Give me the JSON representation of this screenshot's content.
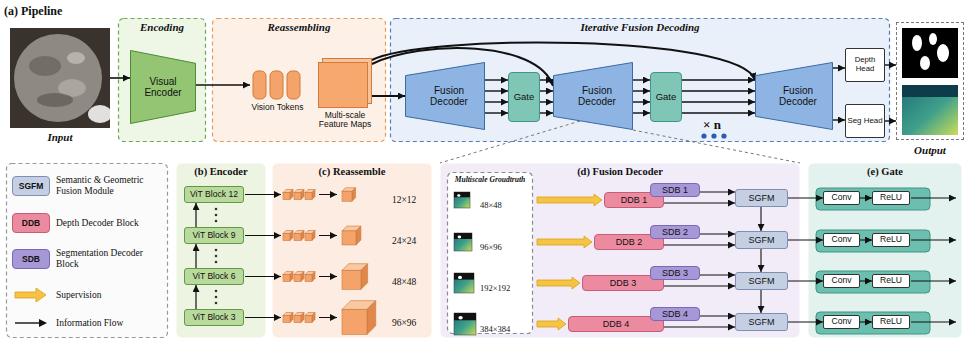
{
  "diagram": {
    "title": "(a) Pipeline",
    "nodes": [
      {
        "text": [
          "Input"
        ]
      },
      {
        "text": [
          "Encoding"
        ]
      },
      {
        "text": [
          "Visual Encoder"
        ],
        "in": 1
      },
      {
        "text": [
          "Reassembling"
        ]
      },
      {
        "text": [
          "Vision Tokens"
        ],
        "in": 3
      },
      {
        "text": [
          "Multi-scale Feature Maps"
        ],
        "in": 3
      },
      {
        "text": [
          "Iterative Fusion Decoding"
        ]
      },
      {
        "text": [
          "Fusion Decoder"
        ],
        "in": 6
      },
      {
        "text": [
          "Gate"
        ],
        "in": 6
      },
      {
        "text": [
          "Fusion Decoder"
        ],
        "in": 6
      },
      {
        "text": [
          "Gate"
        ],
        "in": 6
      },
      {
        "text": [
          "Fusion Decoder"
        ],
        "in": 6
      },
      {
        "text": [
          "Depth Head"
        ],
        "in": 6
      },
      {
        "text": [
          "Seg Head"
        ],
        "in": 6
      },
      {
        "text": [
          "Output"
        ]
      },
      {
        "text": [
          "(b) Encoder"
        ]
      },
      {
        "text": [
          "ViT Block 12"
        ],
        "in": 15
      },
      {
        "text": [
          "ViT Block 9"
        ],
        "in": 15
      },
      {
        "text": [
          "ViT Block 6"
        ],
        "in": 15
      },
      {
        "text": [
          "ViT Block 3"
        ],
        "in": 15
      },
      {
        "text": [
          "(c) Reassemble"
        ]
      },
      {
        "text": [
          "(d) Fusion Decoder"
        ]
      },
      {
        "text": [
          "Multiscale Groudtruth"
        ],
        "in": 21
      },
      {
        "text": [
          "DDB 1"
        ],
        "in": 21
      },
      {
        "text": [
          "SDB 1"
        ],
        "in": 21
      },
      {
        "text": [
          "SGFM"
        ],
        "in": 21
      },
      {
        "text": [
          "DDB 2"
        ],
        "in": 21
      },
      {
        "text": [
          "SDB 2"
        ],
        "in": 21
      },
      {
        "text": [
          "SGFM"
        ],
        "in": 21
      },
      {
        "text": [
          "DDB 3"
        ],
        "in": 21
      },
      {
        "text": [
          "SDB 3"
        ],
        "in": 21
      },
      {
        "text": [
          "SGFM"
        ],
        "in": 21
      },
      {
        "text": [
          "DDB 4"
        ],
        "in": 21
      },
      {
        "text": [
          "SDB 4"
        ],
        "in": 21
      },
      {
        "text": [
          "SGFM"
        ],
        "in": 21
      },
      {
        "text": [
          "(e) Gate"
        ]
      },
      {
        "text": [
          "Conv"
        ],
        "in": 35
      },
      {
        "text": [
          "ReLU"
        ],
        "in": 35
      },
      {
        "text": [
          "Conv"
        ],
        "in": 35
      },
      {
        "text": [
          "ReLU"
        ],
        "in": 35
      },
      {
        "text": [
          "Conv"
        ],
        "in": 35
      },
      {
        "text": [
          "ReLU"
        ],
        "in": 35
      },
      {
        "text": [
          "Conv"
        ],
        "in": 35
      },
      {
        "text": [
          "ReLU"
        ],
        "in": 35
      }
    ],
    "edges": [
      {
        "from": 0,
        "to": 2,
        "arrow": "to"
      },
      {
        "from": 2,
        "to": 4,
        "arrow": "to"
      },
      {
        "from": 5,
        "to": 7,
        "arrow": "to"
      },
      {
        "from": 5,
        "to": 9,
        "arrow": "to"
      },
      {
        "from": 5,
        "to": 11,
        "arrow": "to"
      },
      {
        "from": 7,
        "to": 8,
        "arrow": "to"
      },
      {
        "from": 7,
        "to": 8,
        "arrow": "to"
      },
      {
        "from": 7,
        "to": 8,
        "arrow": "to"
      },
      {
        "from": 7,
        "to": 8,
        "arrow": "to"
      },
      {
        "from": 8,
        "to": 9,
        "arrow": "to"
      },
      {
        "from": 8,
        "to": 9,
        "arrow": "to"
      },
      {
        "from": 8,
        "to": 9,
        "arrow": "to"
      },
      {
        "from": 8,
        "to": 9,
        "arrow": "to"
      },
      {
        "from": 9,
        "to": 10,
        "arrow": "to"
      },
      {
        "from": 9,
        "to": 10,
        "arrow": "to"
      },
      {
        "from": 9,
        "to": 10,
        "arrow": "to"
      },
      {
        "from": 9,
        "to": 10,
        "arrow": "to"
      },
      {
        "from": 10,
        "to": 11,
        "arrow": "to"
      },
      {
        "from": 10,
        "to": 11,
        "arrow": "to"
      },
      {
        "from": 10,
        "to": 11,
        "arrow": "to"
      },
      {
        "from": 10,
        "to": 11,
        "arrow": "to"
      },
      {
        "from": 11,
        "to": 12,
        "arrow": "to"
      },
      {
        "from": 11,
        "to": 13,
        "arrow": "to"
      },
      {
        "from": 12,
        "to": 14,
        "arrow": "to"
      },
      {
        "from": 13,
        "to": 14,
        "arrow": "to"
      },
      {
        "from": 19,
        "to": 18,
        "arrow": "to"
      },
      {
        "from": 18,
        "to": 17,
        "arrow": "to"
      },
      {
        "from": 17,
        "to": 16,
        "arrow": "to"
      },
      {
        "from": 23,
        "to": 25,
        "arrow": "to"
      },
      {
        "from": 24,
        "to": 25,
        "arrow": "to"
      },
      {
        "from": 25,
        "to": 28,
        "arrow": "to"
      },
      {
        "from": 26,
        "to": 28,
        "arrow": "to"
      },
      {
        "from": 27,
        "to": 28,
        "arrow": "to"
      },
      {
        "from": 28,
        "to": 31,
        "arrow": "to"
      },
      {
        "from": 29,
        "to": 31,
        "arrow": "to"
      },
      {
        "from": 30,
        "to": 31,
        "arrow": "to"
      },
      {
        "from": 31,
        "to": 34,
        "arrow": "to"
      },
      {
        "from": 32,
        "to": 34,
        "arrow": "to"
      },
      {
        "from": 33,
        "to": 34,
        "arrow": "to"
      },
      {
        "from": 25,
        "to": 36,
        "arrow": "to"
      },
      {
        "from": 28,
        "to": 38,
        "arrow": "to"
      },
      {
        "from": 31,
        "to": 40,
        "arrow": "to"
      },
      {
        "from": 34,
        "to": 42,
        "arrow": "to"
      },
      {
        "from": 36,
        "to": 37,
        "arrow": "to"
      },
      {
        "from": 38,
        "to": 39,
        "arrow": "to"
      },
      {
        "from": 40,
        "to": 41,
        "arrow": "to"
      },
      {
        "from": 42,
        "to": 43,
        "arrow": "to"
      }
    ],
    "labels": [
      "× n",
      "SGFM",
      "DDB",
      "SDB",
      "12×12",
      "24×24",
      "48×48",
      "96×96",
      "48×48",
      "96×96",
      "192×192",
      "384×384"
    ],
    "legend": [
      {
        "text": "Semantic & Geometric Fusion Module",
        "color": "#c5cfe4"
      },
      {
        "text": "Depth Decoder Block",
        "color": "#ec8aa0"
      },
      {
        "text": "Segmentation Decoder Block",
        "color": "#a797d6"
      },
      {
        "text": "Supervision"
      },
      {
        "text": "Information Flow"
      }
    ]
  }
}
